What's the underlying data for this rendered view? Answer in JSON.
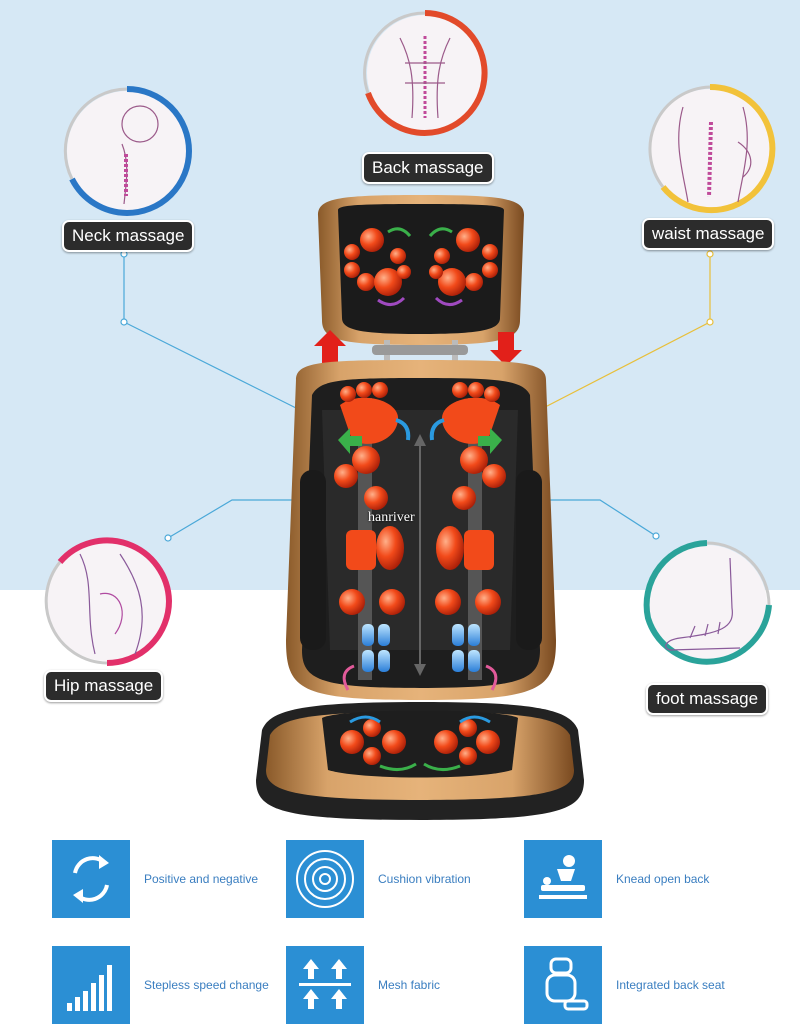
{
  "labels": {
    "back": "Back massage",
    "neck": "Neck massage",
    "waist": "waist massage",
    "hip": "Hip massage",
    "foot": "foot massage"
  },
  "watermark": "hanriver",
  "features": [
    {
      "label": "Positive and negative",
      "icon": "rotate-arrows-icon"
    },
    {
      "label": "Cushion vibration",
      "icon": "vibration-rings-icon"
    },
    {
      "label": "Knead open back",
      "icon": "massage-person-icon"
    },
    {
      "label": "Stepless speed change",
      "icon": "speed-bars-icon"
    },
    {
      "label": "Mesh fabric",
      "icon": "mesh-arrows-icon"
    },
    {
      "label": "Integrated back seat",
      "icon": "chair-seat-icon"
    }
  ],
  "colors": {
    "neck_ring": "#2a77c6",
    "back_ring": "#e24a2a",
    "waist_ring": "#f2c23a",
    "hip_ring": "#e2306a",
    "foot_ring": "#2aa39a",
    "feature_blue": "#2b8fd4",
    "feature_text": "#3a7ec0"
  }
}
